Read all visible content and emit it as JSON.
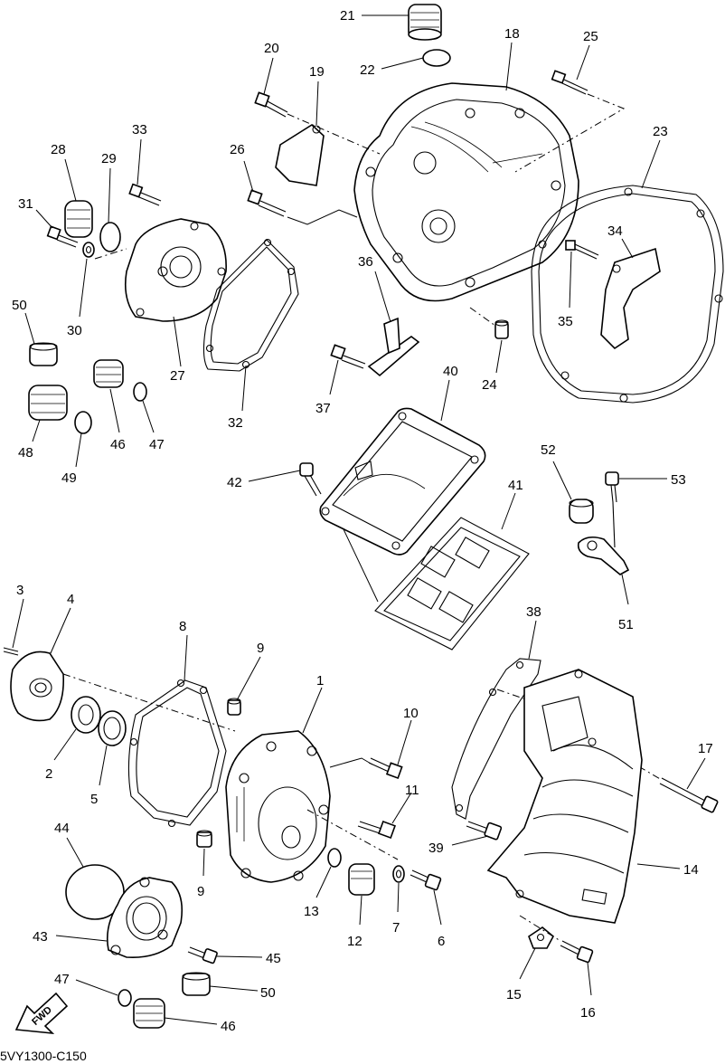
{
  "diagram_code": "5VY1300-C150",
  "fwd_label": "FWD",
  "part_numbers": {
    "p1": "1",
    "p2": "2",
    "p3": "3",
    "p4": "4",
    "p5": "5",
    "p6": "6",
    "p7": "7",
    "p8": "8",
    "p9a": "9",
    "p9b": "9",
    "p10": "10",
    "p11": "11",
    "p12": "12",
    "p13": "13",
    "p14": "14",
    "p15": "15",
    "p16": "16",
    "p17": "17",
    "p18": "18",
    "p19": "19",
    "p20": "20",
    "p21": "21",
    "p22": "22",
    "p23": "23",
    "p24": "24",
    "p25": "25",
    "p26": "26",
    "p27": "27",
    "p28": "28",
    "p29": "29",
    "p30": "30",
    "p31": "31",
    "p32": "32",
    "p33": "33",
    "p34": "34",
    "p35": "35",
    "p36": "36",
    "p37": "37",
    "p38": "38",
    "p39": "39",
    "p40": "40",
    "p41": "41",
    "p42": "42",
    "p43": "43",
    "p44": "44",
    "p45": "45",
    "p46a": "46",
    "p46b": "46",
    "p47a": "47",
    "p47b": "47",
    "p48": "48",
    "p49": "49",
    "p50a": "50",
    "p50b": "50",
    "p51": "51",
    "p52": "52",
    "p53": "53"
  }
}
